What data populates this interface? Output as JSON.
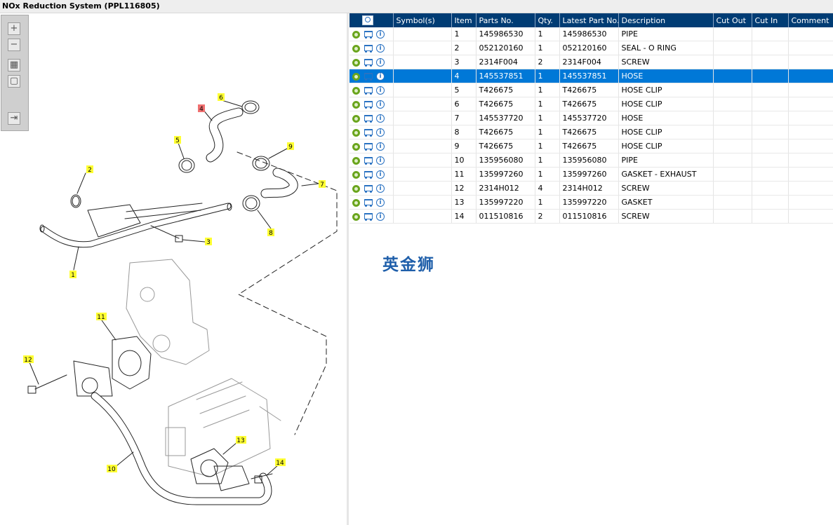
{
  "window": {
    "title": "NOx Reduction System (PPL116805)"
  },
  "toolbar": {
    "tools": [
      {
        "name": "zoom-in",
        "glyph": "+"
      },
      {
        "name": "zoom-out",
        "glyph": "−"
      },
      {
        "name": "fit-all",
        "glyph": "▦"
      },
      {
        "name": "fit-window",
        "glyph": "▢"
      },
      {
        "name": "export",
        "glyph": "⇥"
      }
    ]
  },
  "callouts": [
    "1",
    "2",
    "3",
    "4",
    "5",
    "6",
    "7",
    "8",
    "9",
    "10",
    "11",
    "12",
    "13",
    "14"
  ],
  "table": {
    "headers": [
      "",
      "Symbol(s)",
      "Item",
      "Parts No.",
      "Qty.",
      "Latest Part No.",
      "Description",
      "Cut Out",
      "Cut In",
      "Comment"
    ],
    "selected_row": 3,
    "rows": [
      {
        "item": "1",
        "parts_no": "145986530",
        "qty": "1",
        "latest": "145986530",
        "desc": "PIPE"
      },
      {
        "item": "2",
        "parts_no": "052120160",
        "qty": "1",
        "latest": "052120160",
        "desc": "SEAL - O RING"
      },
      {
        "item": "3",
        "parts_no": "2314F004",
        "qty": "2",
        "latest": "2314F004",
        "desc": "SCREW"
      },
      {
        "item": "4",
        "parts_no": "145537851",
        "qty": "1",
        "latest": "145537851",
        "desc": "HOSE"
      },
      {
        "item": "5",
        "parts_no": "T426675",
        "qty": "1",
        "latest": "T426675",
        "desc": "HOSE CLIP"
      },
      {
        "item": "6",
        "parts_no": "T426675",
        "qty": "1",
        "latest": "T426675",
        "desc": "HOSE CLIP"
      },
      {
        "item": "7",
        "parts_no": "145537720",
        "qty": "1",
        "latest": "145537720",
        "desc": "HOSE"
      },
      {
        "item": "8",
        "parts_no": "T426675",
        "qty": "1",
        "latest": "T426675",
        "desc": "HOSE CLIP"
      },
      {
        "item": "9",
        "parts_no": "T426675",
        "qty": "1",
        "latest": "T426675",
        "desc": "HOSE CLIP"
      },
      {
        "item": "10",
        "parts_no": "135956080",
        "qty": "1",
        "latest": "135956080",
        "desc": "PIPE"
      },
      {
        "item": "11",
        "parts_no": "135997260",
        "qty": "1",
        "latest": "135997260",
        "desc": "GASKET - EXHAUST"
      },
      {
        "item": "12",
        "parts_no": "2314H012",
        "qty": "4",
        "latest": "2314H012",
        "desc": "SCREW"
      },
      {
        "item": "13",
        "parts_no": "135997220",
        "qty": "1",
        "latest": "135997220",
        "desc": "GASKET"
      },
      {
        "item": "14",
        "parts_no": "011510816",
        "qty": "2",
        "latest": "011510816",
        "desc": "SCREW"
      }
    ]
  },
  "watermark": "英金狮",
  "colors": {
    "header": "#003c74",
    "selected": "#0078d7",
    "callout": "#ffff33",
    "callout_selected": "#f07070"
  }
}
